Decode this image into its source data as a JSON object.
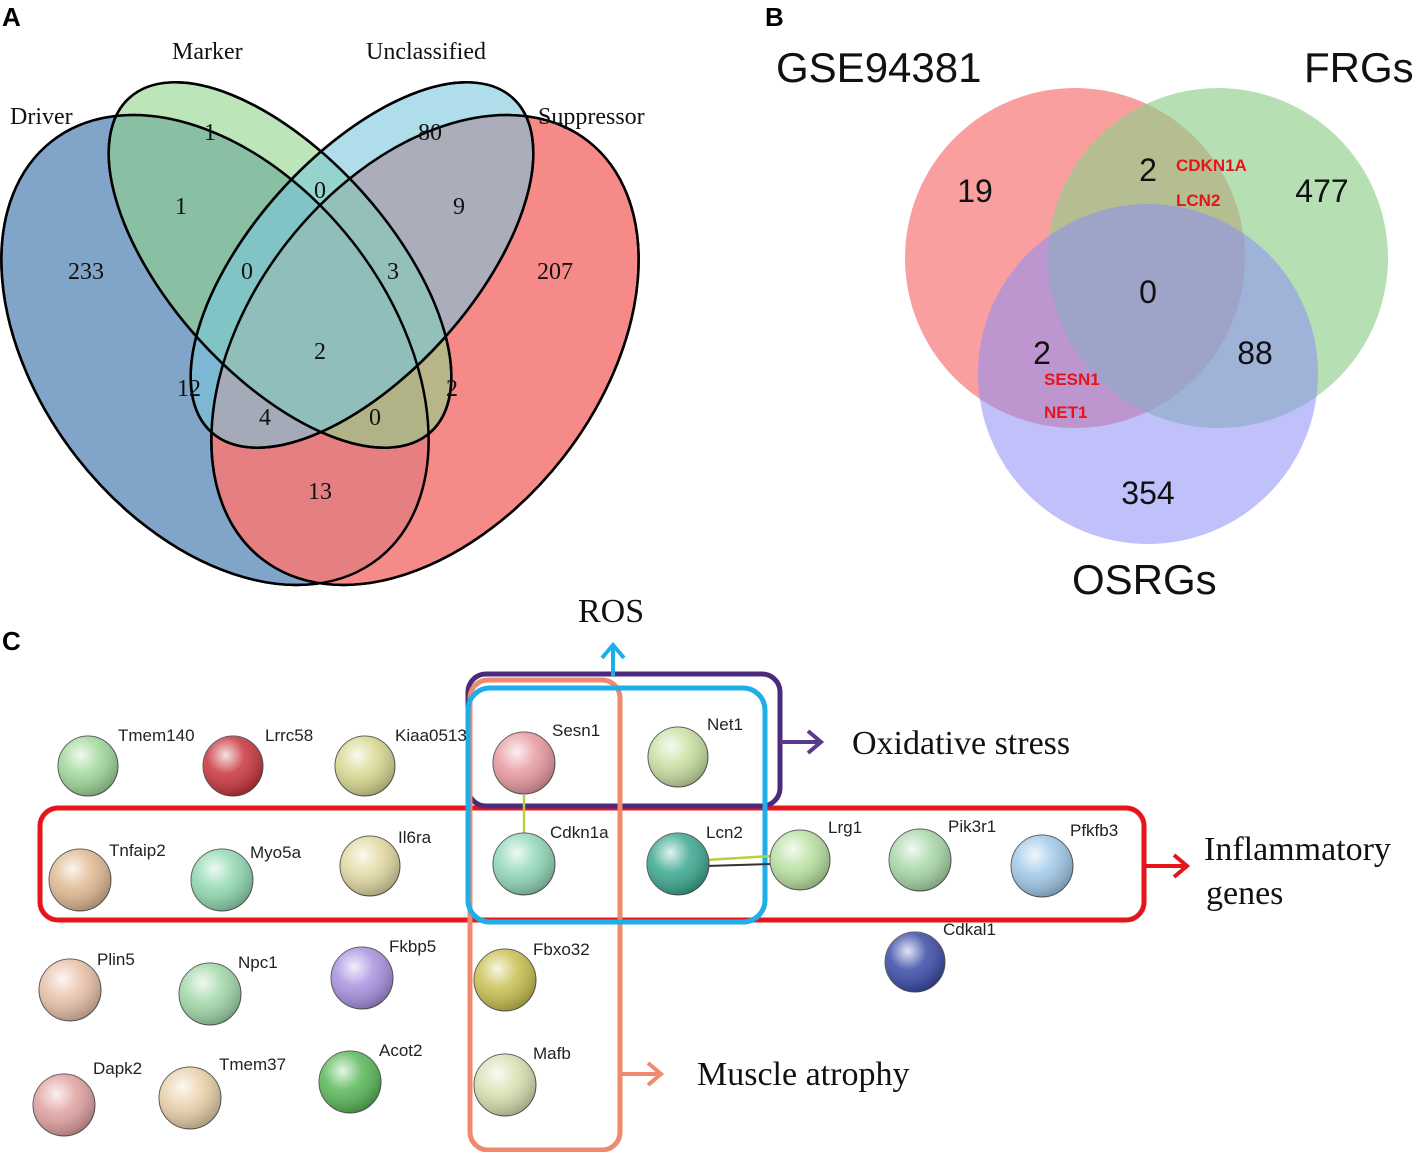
{
  "panels": {
    "a": {
      "letter": "A",
      "sets": {
        "driver": "Driver",
        "marker": "Marker",
        "unclassified": "Unclassified",
        "suppressor": "Suppressor"
      },
      "counts": {
        "driver_only": "233",
        "marker_only": "1",
        "unclassified_only": "80",
        "suppressor_only": "207",
        "driver_marker": "1",
        "marker_unclassified": "0",
        "unclassified_suppressor": "9",
        "driver_marker_unclassified": "0",
        "marker_unclassified_suppressor": "3",
        "all_four": "2",
        "driver_unclassified": "12",
        "marker_suppressor": "2",
        "driver_unclassified_suppressor": "4",
        "driver_marker_suppressor": "0",
        "driver_suppressor": "13"
      },
      "colors": {
        "driver": "#6f97c2",
        "marker": "#8fd48a",
        "unclassified": "#7ac7dc",
        "suppressor": "#f47a78"
      }
    },
    "b": {
      "letter": "B",
      "sets": {
        "gse": "GSE94381",
        "frgs": "FRGs",
        "osrgs": "OSRGs"
      },
      "counts": {
        "gse_only": "19",
        "frgs_only": "477",
        "osrgs_only": "354",
        "gse_frgs": "2",
        "gse_osrgs": "2",
        "frgs_osrgs": "88",
        "all_three": "0"
      },
      "genes": {
        "gse_frgs": [
          "CDKN1A",
          "LCN2"
        ],
        "gse_osrgs": [
          "SESN1",
          "NET1"
        ]
      },
      "colors": {
        "gse": "#f77f7f",
        "frgs": "#8fcf8a",
        "osrgs": "#8c8cf5"
      }
    },
    "c": {
      "letter": "C",
      "groups": {
        "ros": "ROS",
        "oxidative": "Oxidative stress",
        "inflammatory_line1": "Inflammatory",
        "inflammatory_line2": "genes",
        "muscle": "Muscle atrophy"
      },
      "group_colors": {
        "ros": "#1eaee8",
        "oxidative": "#4b2a7c",
        "inflammatory": "#e8141c",
        "muscle": "#f08a6e"
      },
      "nodes": [
        {
          "name": "Tmem140",
          "color": "#9fd89a"
        },
        {
          "name": "Lrrc58",
          "color": "#c8343c"
        },
        {
          "name": "Kiaa0513",
          "color": "#d8d890"
        },
        {
          "name": "Sesn1",
          "color": "#e89aa0"
        },
        {
          "name": "Net1",
          "color": "#c8e0a0"
        },
        {
          "name": "Tnfaip2",
          "color": "#e0b890"
        },
        {
          "name": "Myo5a",
          "color": "#90d8b0"
        },
        {
          "name": "Il6ra",
          "color": "#e0d8a0"
        },
        {
          "name": "Cdkn1a",
          "color": "#90d8b8"
        },
        {
          "name": "Lcn2",
          "color": "#3aa890"
        },
        {
          "name": "Lrg1",
          "color": "#b8e0a0"
        },
        {
          "name": "Pik3r1",
          "color": "#a8d8a8"
        },
        {
          "name": "Pfkfb3",
          "color": "#a0c8e8"
        },
        {
          "name": "Cdkal1",
          "color": "#3a4aa8"
        },
        {
          "name": "Plin5",
          "color": "#e8c0a8"
        },
        {
          "name": "Npc1",
          "color": "#a0d8a8"
        },
        {
          "name": "Fkbp5",
          "color": "#a890e0"
        },
        {
          "name": "Fbxo32",
          "color": "#c8c050"
        },
        {
          "name": "Dapk2",
          "color": "#e0a0a0"
        },
        {
          "name": "Tmem37",
          "color": "#e8d0a8"
        },
        {
          "name": "Acot2",
          "color": "#58b858"
        },
        {
          "name": "Mafb",
          "color": "#d8e0b0"
        }
      ]
    }
  }
}
